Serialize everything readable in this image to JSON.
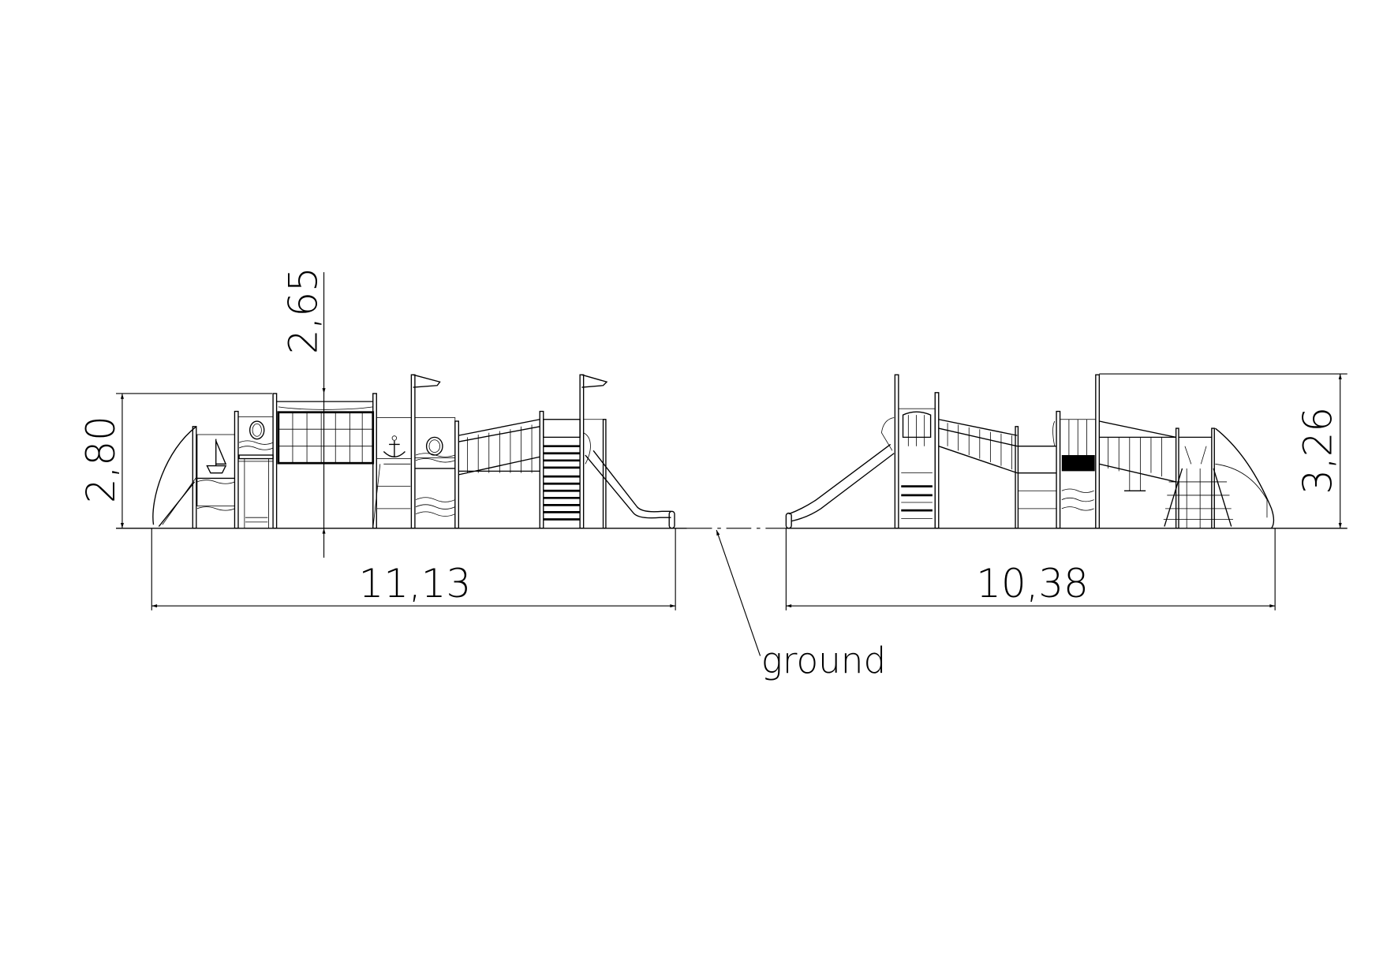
{
  "drawing": {
    "dimensions": {
      "left_height": "2,80",
      "platform_height": "2,65",
      "left_length": "11,13",
      "right_length": "10,38",
      "right_height": "3,26"
    },
    "ground_label": "ground"
  }
}
